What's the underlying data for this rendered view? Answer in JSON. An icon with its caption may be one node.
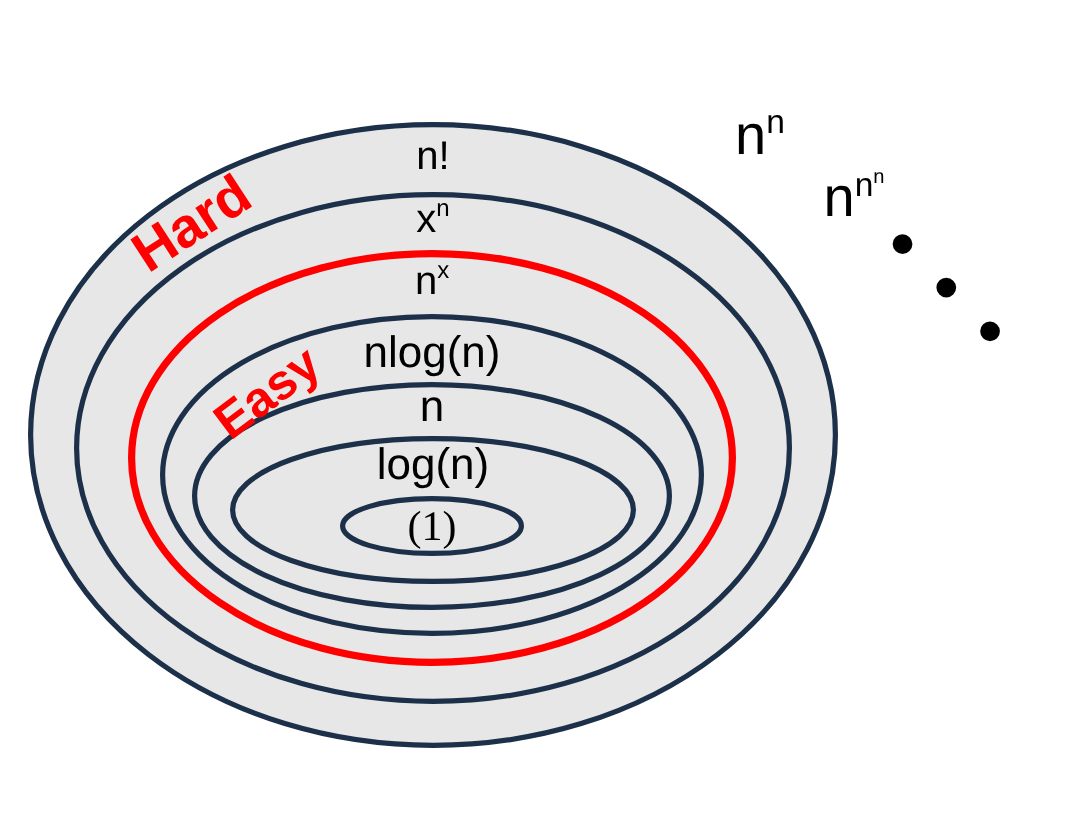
{
  "diagram": {
    "nodes": [
      {
        "text": [
          "n!"
        ]
      },
      {
        "text": [
          "x$^{n}$"
        ],
        "in": 0
      },
      {
        "text": [
          "n$^{x}$"
        ],
        "in": 1
      },
      {
        "text": [
          "nlog(n)"
        ],
        "in": 2
      },
      {
        "text": [
          "n"
        ],
        "in": 3
      },
      {
        "text": [
          "log(n)"
        ],
        "in": 4
      },
      {
        "text": [
          "(1)"
        ],
        "in": 5
      }
    ],
    "labels": [
      "n$^{n}$",
      "Hard",
      "n$^{n}$$^{n}$",
      "• • •",
      "Easy"
    ]
  }
}
